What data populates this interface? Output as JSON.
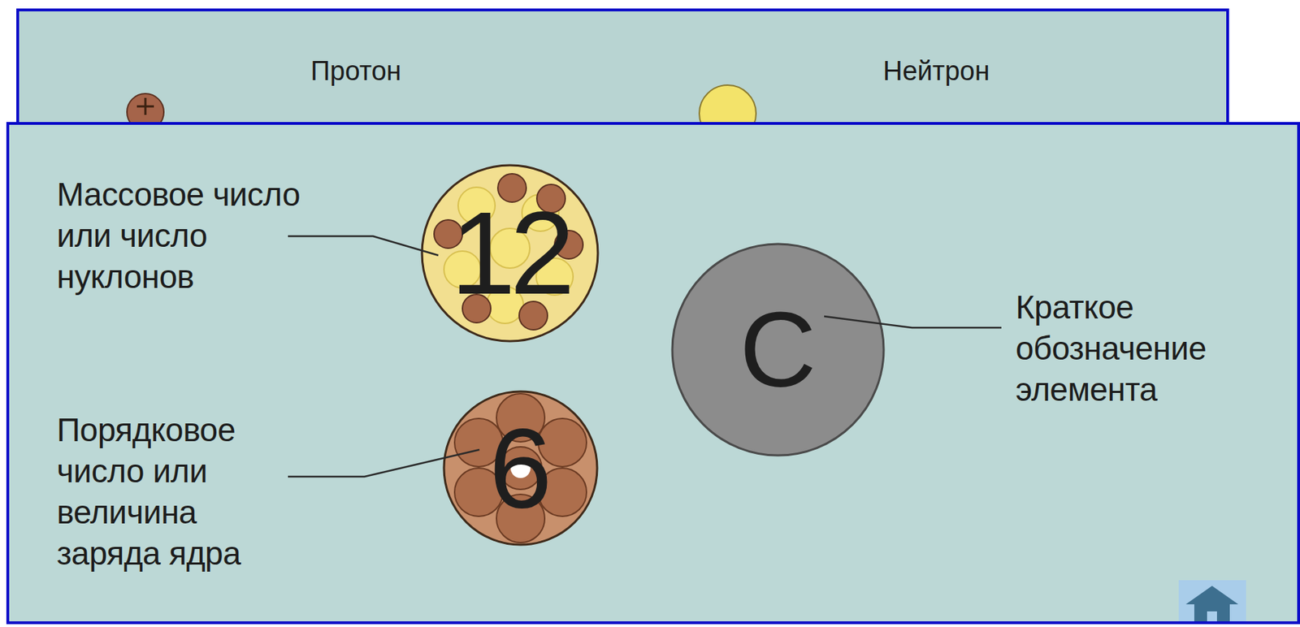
{
  "diagram": {
    "nodes": [
      {
        "text": [
          "Протон",
          "Нейтрон"
        ]
      },
      {
        "text": [
          "Массовое число или число нуклонов",
          "Порядковое число или величина заряда ядра",
          "Краткое обозначение элемента"
        ]
      },
      {
        "text": [
          "12"
        ],
        "in": 1
      },
      {
        "text": [
          "C"
        ],
        "in": 1
      },
      {
        "text": [
          "6"
        ],
        "in": 1
      }
    ]
  }
}
